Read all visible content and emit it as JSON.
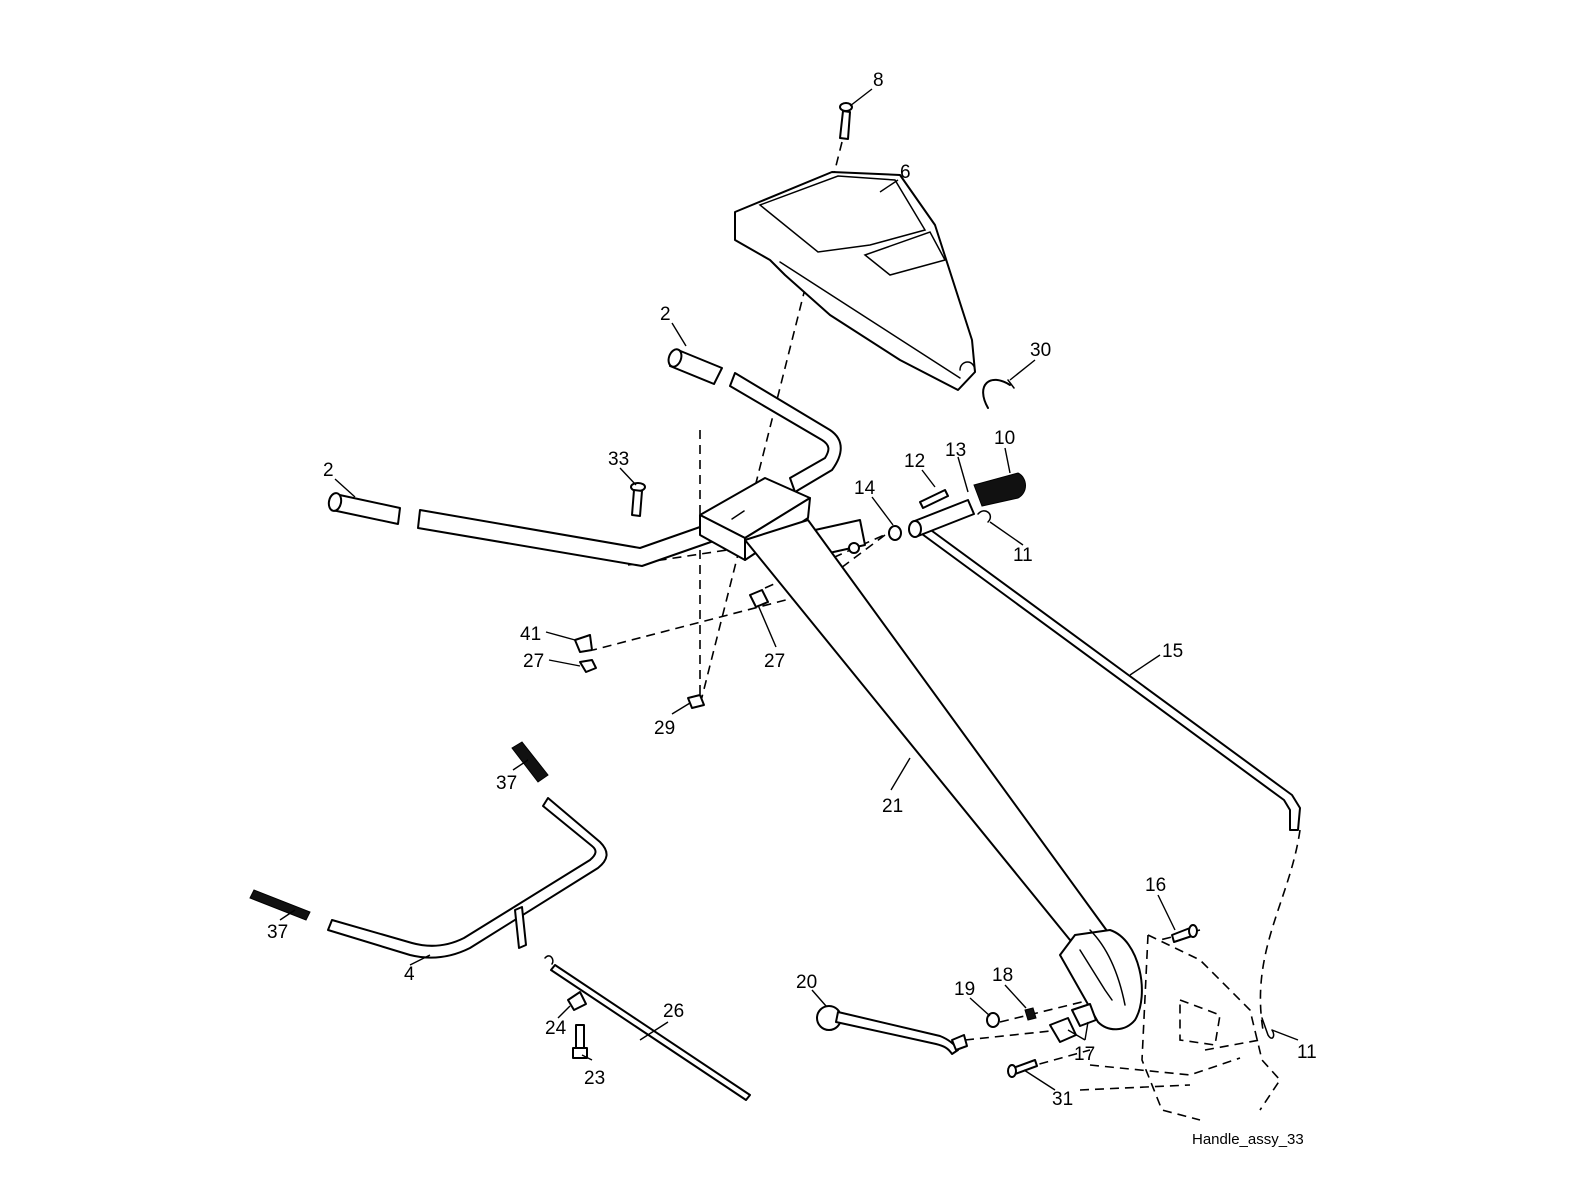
{
  "diagram": {
    "caption": "Handle_assy_33",
    "callouts": {
      "c8": "8",
      "c6": "6",
      "c2a": "2",
      "c30": "30",
      "c2b": "2",
      "c33": "33",
      "c12": "12",
      "c13": "13",
      "c10": "10",
      "c14": "14",
      "c11a": "11",
      "c15": "15",
      "c41": "41",
      "c27a": "27",
      "c27b": "27",
      "c29": "29",
      "c37a": "37",
      "c37b": "37",
      "c21": "21",
      "c16": "16",
      "c4": "4",
      "c26": "26",
      "c20": "20",
      "c19": "19",
      "c18": "18",
      "c24": "24",
      "c17": "17",
      "c11b": "11",
      "c23": "23",
      "c31": "31"
    }
  }
}
